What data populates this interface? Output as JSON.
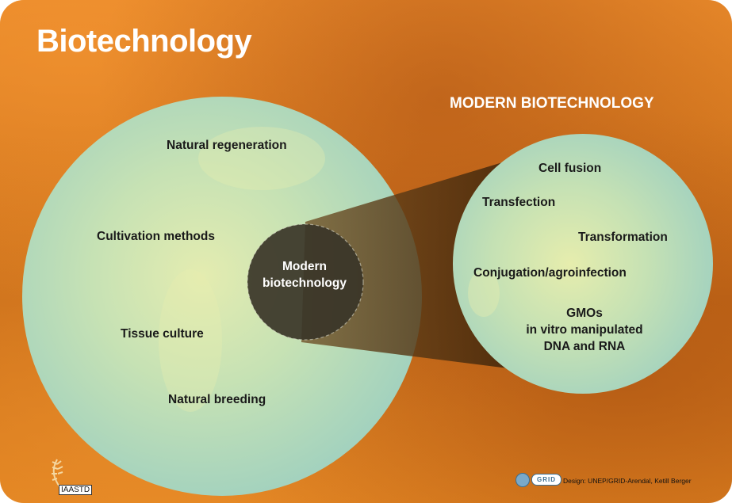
{
  "title": "Biotechnology",
  "subtitle": "MODERN BIOTECHNOLOGY",
  "left_circle": {
    "items": [
      "Natural regeneration",
      "Cultivation methods",
      "Tissue culture",
      "Natural breeding"
    ]
  },
  "inner_circle": {
    "line1": "Modern",
    "line2": "biotechnology"
  },
  "right_circle": {
    "items": [
      "Cell fusion",
      "Transfection",
      "Transformation",
      "Conjugation/agroinfection"
    ],
    "gmo_lines": [
      "GMOs",
      "in vitro manipulated",
      "DNA and RNA"
    ]
  },
  "footer": {
    "logo_text": "IAASTD",
    "grid_logo_text": "GRID",
    "credit": "Design: UNEP/GRID-Arendal, Ketill Berger"
  },
  "colors": {
    "background": "#e0821f",
    "circle_fill": "#b8dcc0",
    "inner_circle": "#3a3528",
    "beam": "#4a2a10"
  }
}
